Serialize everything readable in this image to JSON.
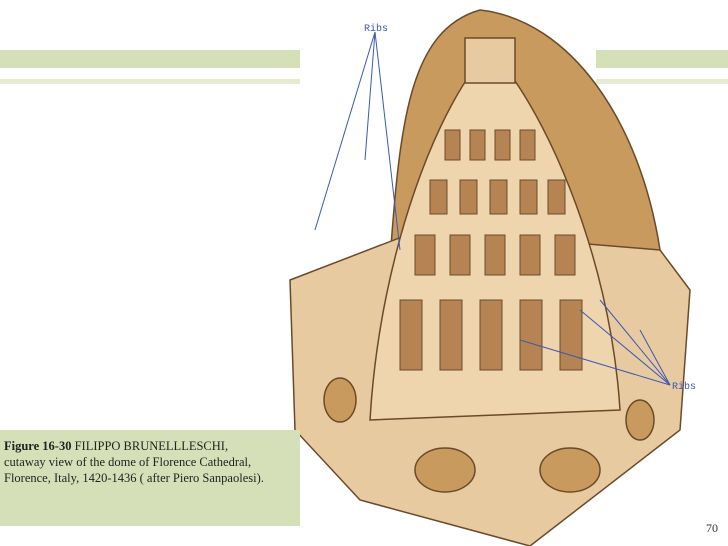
{
  "caption": {
    "figure_label": "Figure 16-30",
    "title": "FILIPPO BRUNELLLESCHI,",
    "line2": "cutaway view of the dome of Florence Cathedral,",
    "line3": "Florence, Italy, 1420-1436 ( after Piero Sanpaolesi)."
  },
  "annotations": {
    "ribs_top": "Ribs",
    "ribs_bottom": "Ribs"
  },
  "page_number": "70",
  "colors": {
    "band": "#d6e0b8",
    "annotation": "#3b58b7",
    "stone": "#e8caa0",
    "shell": "#c89a5e"
  }
}
